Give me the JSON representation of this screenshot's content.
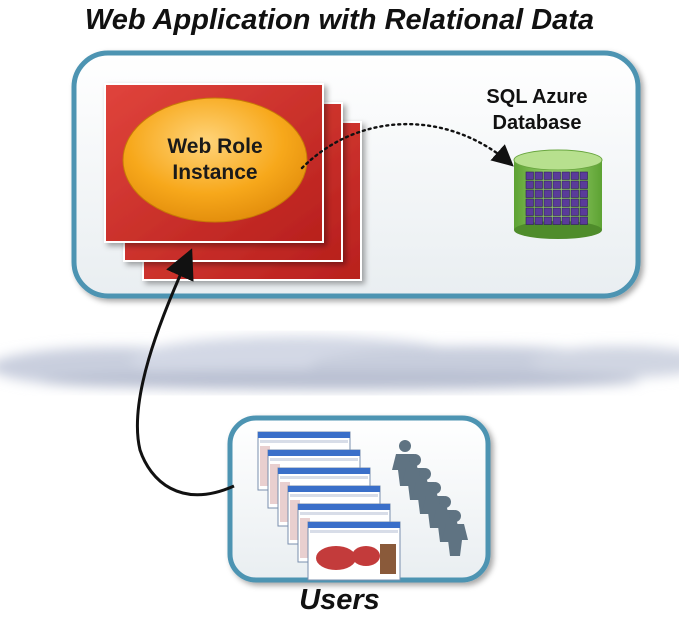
{
  "title": "Web Application with Relational Data",
  "web_role": {
    "label_line1": "Web Role",
    "label_line2": "Instance"
  },
  "database": {
    "label_line1": "SQL Azure",
    "label_line2": "Database"
  },
  "users": {
    "label": "Users"
  },
  "colors": {
    "container_border": "#4d94b2",
    "instance_fill": "#d5322d",
    "oval_fill": "#f7a81b",
    "db_fill": "#7bc04b",
    "grid_fill": "#5a3b9a",
    "people_fill": "#5f7382"
  }
}
